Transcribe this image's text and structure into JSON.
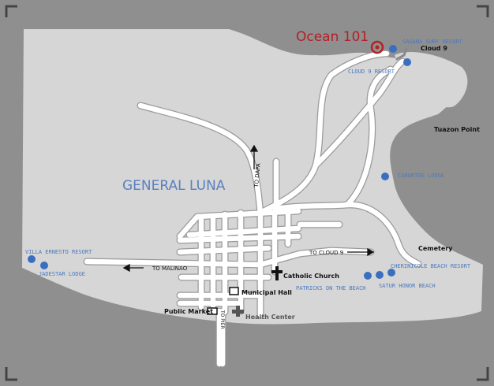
{
  "title": "Ocean 101",
  "town": "GENERAL LUNA",
  "colors": {
    "background": "#8f8f8f",
    "land": "#d6d6d6",
    "road": "#ffffff",
    "road_edge": "#9a9a9a",
    "resort_dot": "#3a6fbf",
    "resort_label": "#4a79c2",
    "title": "#b32025",
    "town_label": "#5a7fbf",
    "text": "#111111"
  },
  "places": {
    "cloud9": "Cloud 9",
    "tuazon_point": "Tuazon Point",
    "cemetery": "Cemetery",
    "catholic_church": "Catholic Church",
    "municipal_hall": "Municipal Hall",
    "public_market": "Public Market",
    "health_center": "Health Center"
  },
  "directions": {
    "to_dapa": "TO DAPA",
    "to_malinao": "TO MALINAO",
    "to_cloud9": "TO CLOUD 9",
    "to_pier": "TO PIER"
  },
  "resorts": {
    "sagana": "SAGANA SURF RESORT",
    "cloud9_resort": "CLOUD 9 RESORT",
    "cabuntog": "CABUNTOG LODGE",
    "villa_ernesto": "VILLA ERNESTO RESORT",
    "jadestar": "JADESTAR LODGE",
    "cherinicole": "CHERINICOLE BEACH RESORT",
    "patricks": "PATRICKS ON THE BEACH",
    "satur_honor": "SATUR HONOR BEACH"
  },
  "icons": {
    "ocean101_marker": "target-icon",
    "church": "cross-icon",
    "health": "plus-icon",
    "building": "square-icon"
  }
}
